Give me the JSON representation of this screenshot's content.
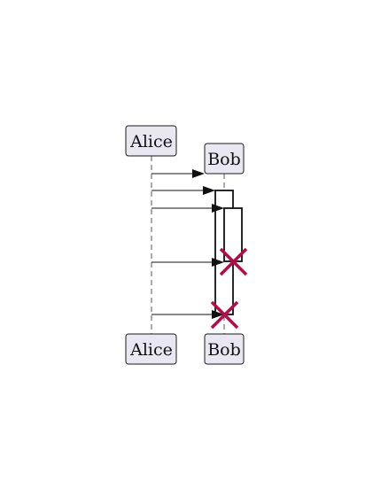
{
  "participants": [
    {
      "id": "alice",
      "label": "Alice"
    },
    {
      "id": "bob",
      "label": "Bob"
    }
  ],
  "messages": [
    {
      "from": "alice",
      "to": "bob"
    },
    {
      "from": "alice",
      "to": "bob"
    },
    {
      "from": "alice",
      "to": "bob"
    },
    {
      "from": "alice",
      "to": "bob"
    },
    {
      "from": "alice",
      "to": "bob"
    }
  ],
  "activations": [
    {
      "participant": "bob",
      "level": 1
    },
    {
      "participant": "bob",
      "level": 2
    }
  ],
  "destroyed": [
    {
      "participant": "bob",
      "level": 2
    },
    {
      "participant": "bob",
      "level": 1
    }
  ],
  "colors": {
    "participant_fill": "#e8e7f2",
    "destroy": "#a8124a"
  }
}
